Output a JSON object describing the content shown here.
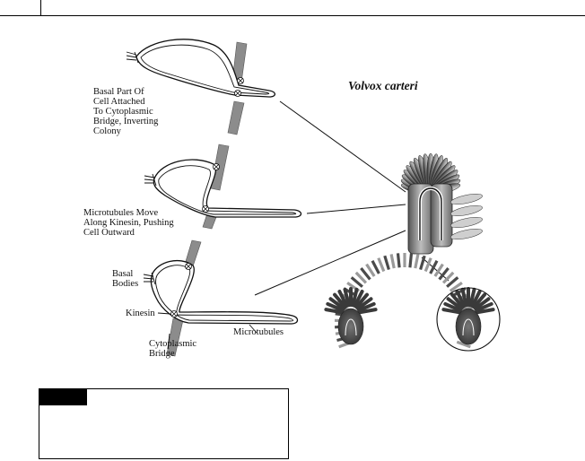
{
  "figure": {
    "species_title": "Volvox carteri",
    "labels": {
      "stage1": "Basal Part Of\nCell Attached\nTo Cytoplasmic\nBridge, Inverting\nColony",
      "stage2": "Microtubules Move\nAlong Kinesin, Pushing\nCell Outward",
      "basal_bodies": "Basal\nBodies",
      "kinesin": "Kinesin",
      "microtubules": "Microtubules",
      "cytoplasmic_bridge": "Cytoplasmic\nBridge"
    },
    "colors": {
      "ink": "#111111",
      "bridge": "#8c8c8c",
      "colony_dark": "#3a3a3a",
      "colony_light": "#d8d8d8"
    }
  },
  "caption": {
    "tab_color": "#000000"
  }
}
